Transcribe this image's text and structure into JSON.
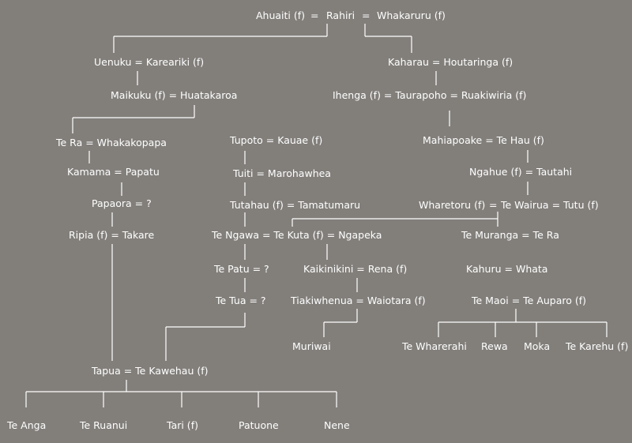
{
  "nodes": {
    "n1": "Ahuaiti (f)",
    "n2": "=",
    "n3": "Rahiri",
    "n4": "=",
    "n5": "Whakaruru (f)",
    "n6": "Uenuku = Kareariki (f)",
    "n7": "Kaharau = Houtaringa (f)",
    "n8": "Maikuku (f) = Huatakaroa",
    "n9": "Ihenga (f) = Taurapoho = Ruakiwiria (f)",
    "n10": "Te Ra = Whakakopapa",
    "n11": "Tupoto = Kauae (f)",
    "n12": "Mahiapoake = Te Hau (f)",
    "n13": "Kamama = Papatu",
    "n14": "Tuiti = Marohawhea",
    "n15": "Ngahue (f) = Tautahi",
    "n16": "Papaora = ?",
    "n17": "Tutahau (f) = Tamatumaru",
    "n18": "Wharetoru (f)",
    "n19": "=",
    "n20": "Te Wairua = Tutu (f)",
    "n21": "Ripia (f) = Takare",
    "n22": "Te Ngawa = Te Kuta (f) = Ngapeka",
    "n23": "Te Muranga = Te Ra",
    "n24": "Te Patu = ?",
    "n25": "Kaikinikini = Rena (f)",
    "n26": "Kahuru = Whata",
    "n27": "Te Tua = ?",
    "n28": "Tiakiwhenua = Waiotara (f)",
    "n29": "Te Maoi = Te Auparo (f)",
    "n30": "Muriwai",
    "n31": "Te Wharerahi",
    "n32": "Rewa",
    "n33": "Moka",
    "n34": "Te Karehu (f)",
    "n35": "Tapua = Te Kawehau (f)",
    "n36": "Te Anga",
    "n37": "Te Ruanui",
    "n38": "Tari (f)",
    "n39": "Patuone",
    "n40": "Nene"
  }
}
